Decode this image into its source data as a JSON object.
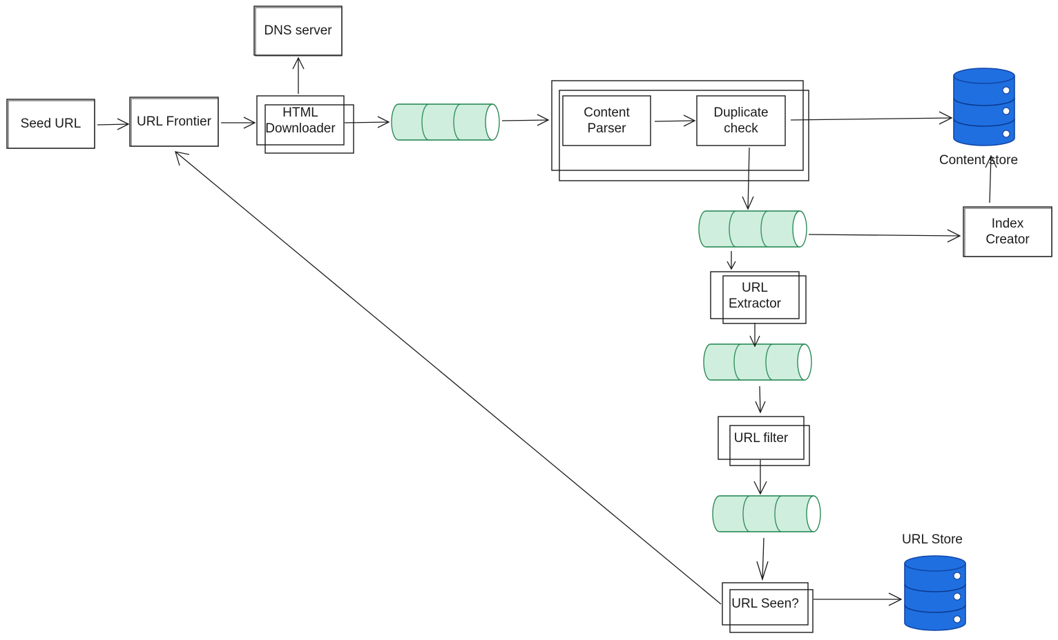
{
  "nodes": {
    "seed_url": "Seed URL",
    "url_frontier": "URL Frontier",
    "dns_server": "DNS server",
    "html_downloader": "HTML\nDownloader",
    "content_parser": "Content\nParser",
    "duplicate_check": "Duplicate\ncheck",
    "content_store": "Content store",
    "index_creator": "Index\nCreator",
    "url_extractor": "URL\nExtractor",
    "url_filter": "URL filter",
    "url_seen": "URL Seen?",
    "url_store": "URL Store"
  },
  "colors": {
    "queue_fill": "#cfeedd",
    "queue_stroke": "#2b8a57",
    "database_fill": "#1f6fe0",
    "line": "#1a1a1a"
  },
  "icons": {
    "queue": "message-queue-icon",
    "database": "database-icon"
  }
}
